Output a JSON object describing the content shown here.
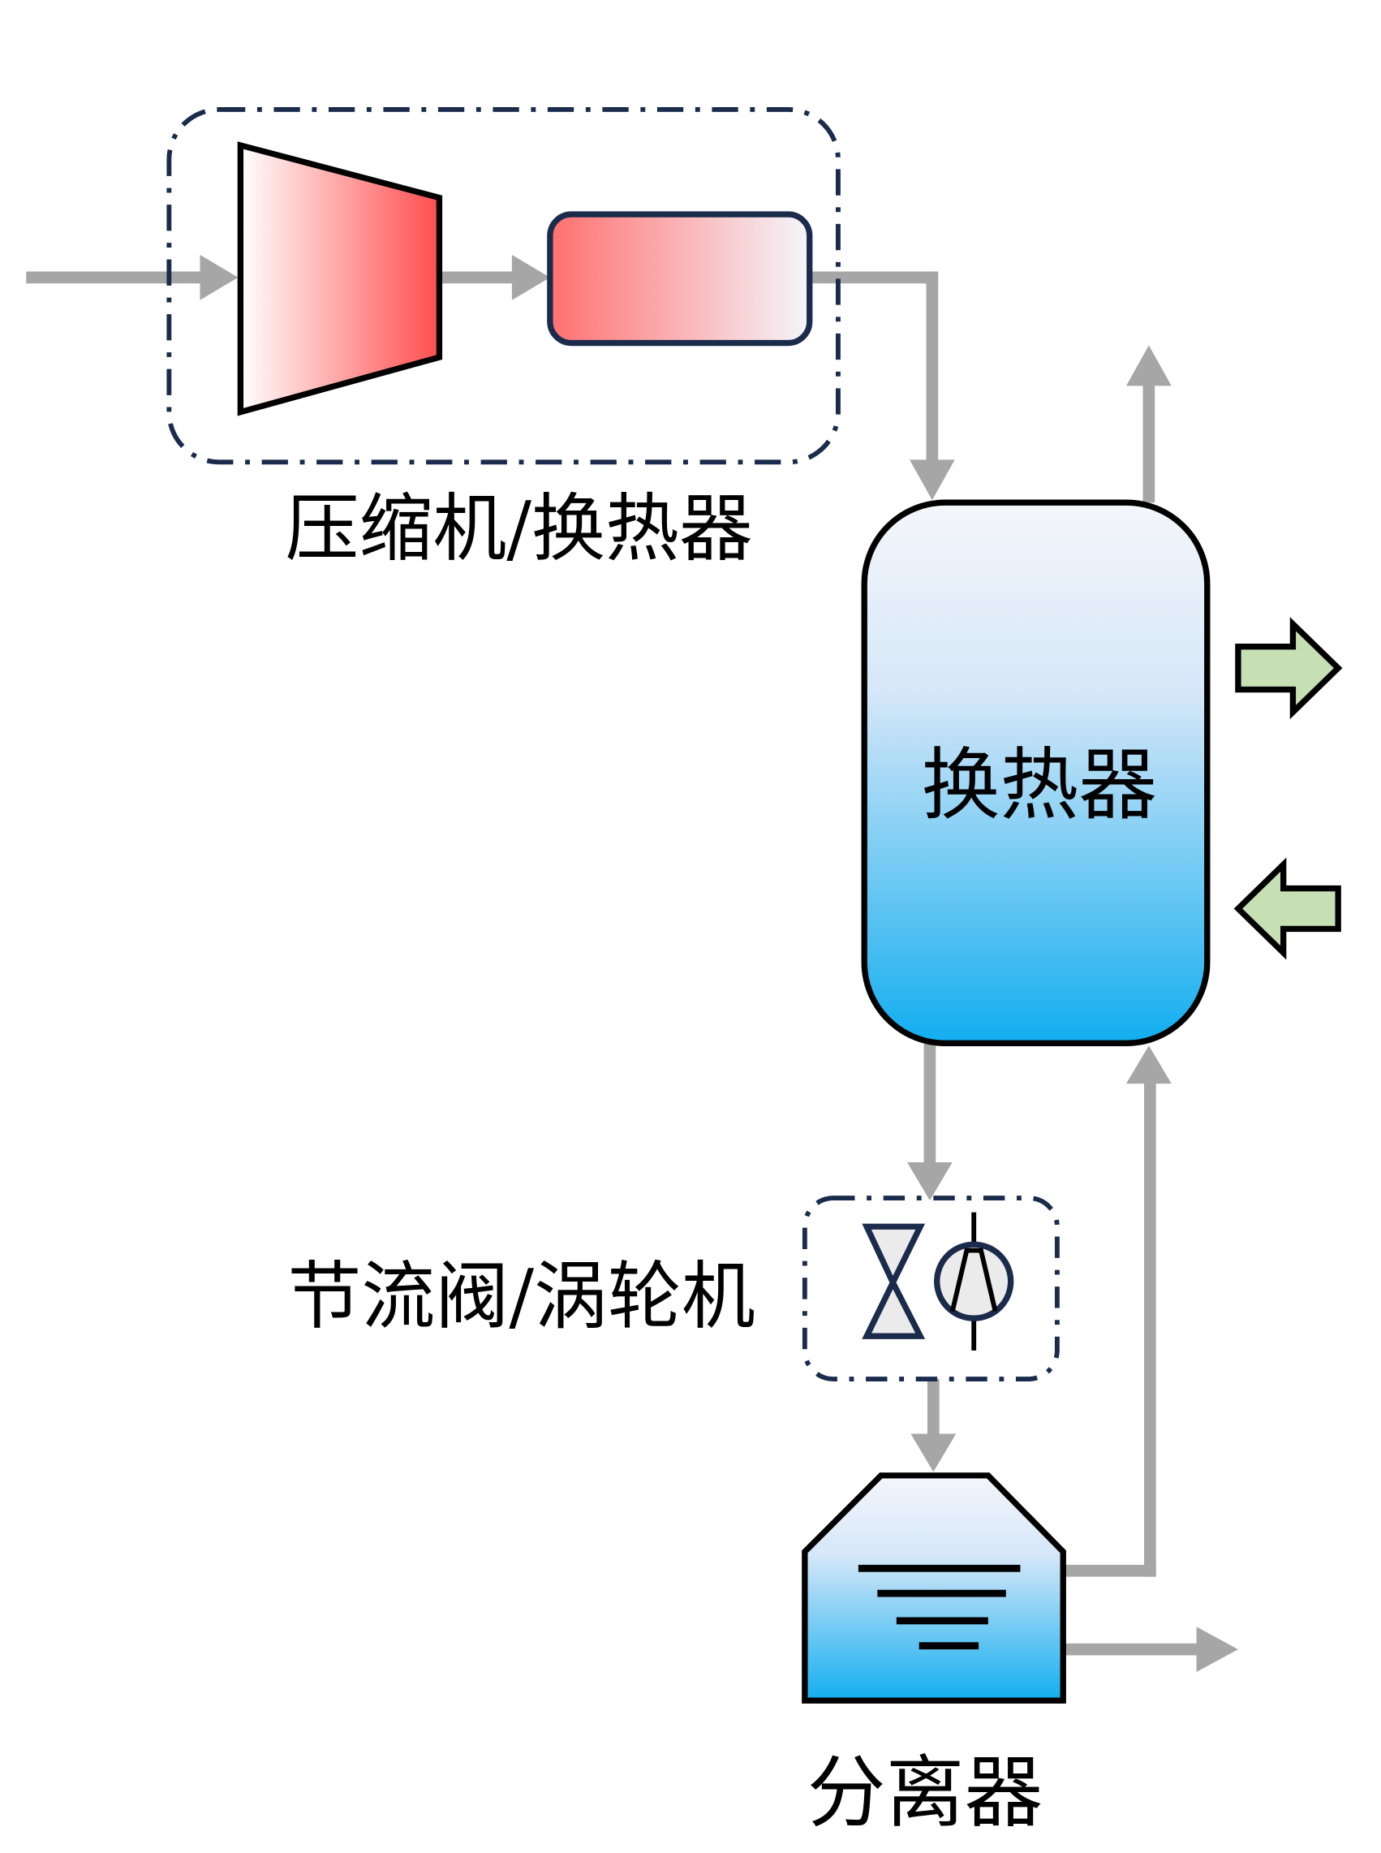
{
  "diagram": {
    "type": "process-flow",
    "nodes": {
      "compressor_group_label": "压缩机/换热器",
      "heat_exchanger_label": "换热器",
      "throttle_group_label": "节流阀/涡轮机",
      "separator_label": "分离器"
    },
    "colors": {
      "stream": "#a6a6a6",
      "group_border": "#1a2b4c",
      "hot_red": "#ff4d4d",
      "cold_blue": "#12aeef",
      "pale": "#f4f6fb",
      "heat_arrow_fill": "#c6e0b4",
      "outline": "#000000"
    },
    "edges": [
      {
        "from": "inlet",
        "to": "compressor"
      },
      {
        "from": "compressor",
        "to": "aftercooler"
      },
      {
        "from": "aftercooler",
        "to": "heat-exchanger"
      },
      {
        "from": "heat-exchanger",
        "to": "top-outlet"
      },
      {
        "from": "heat-exchanger",
        "to": "throttle-turbine"
      },
      {
        "from": "throttle-turbine",
        "to": "separator"
      },
      {
        "from": "separator",
        "to": "heat-exchanger"
      },
      {
        "from": "separator",
        "to": "liquid-outlet"
      }
    ],
    "heat_flows": [
      "out",
      "in"
    ]
  }
}
